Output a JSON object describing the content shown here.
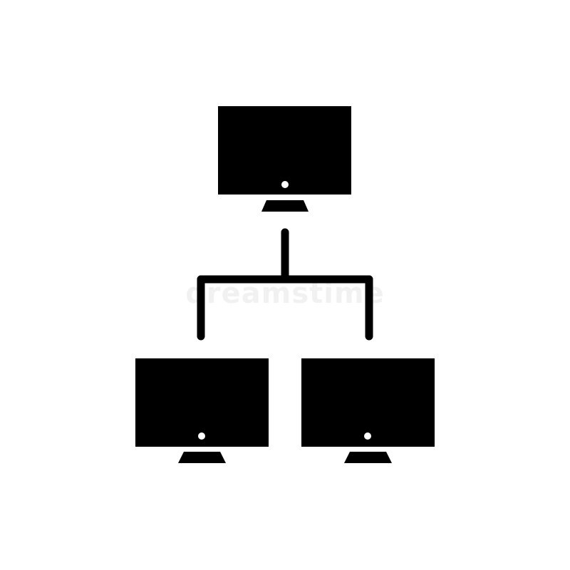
{
  "diagram": {
    "type": "network-topology",
    "nodes": [
      {
        "id": "computer-top",
        "icon": "monitor-icon",
        "role": "parent"
      },
      {
        "id": "computer-bottom-left",
        "icon": "monitor-icon",
        "role": "child"
      },
      {
        "id": "computer-bottom-right",
        "icon": "monitor-icon",
        "role": "child"
      }
    ],
    "connections": [
      {
        "from": "computer-top",
        "to": "computer-bottom-left"
      },
      {
        "from": "computer-top",
        "to": "computer-bottom-right"
      }
    ],
    "colors": {
      "icon": "#000000",
      "background": "#ffffff",
      "power_dot": "#ffffff",
      "watermark": "#e6e6e6"
    }
  },
  "watermark": {
    "text": "dreamstime"
  }
}
